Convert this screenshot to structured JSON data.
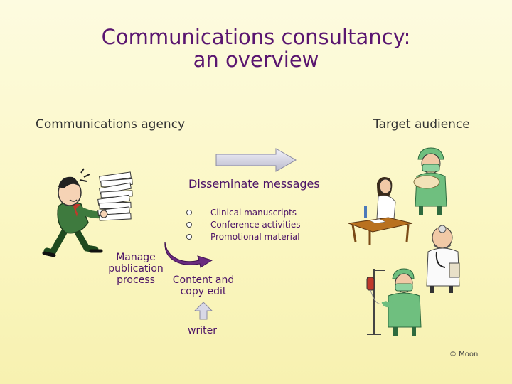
{
  "title": {
    "line1": "Communications consultancy:",
    "line2": "an overview"
  },
  "headers": {
    "agency": "Communications agency",
    "audience": "Target audience"
  },
  "disseminate": "Disseminate messages",
  "bullets": [
    "Clinical manuscripts",
    "Conference activities",
    "Promotional material"
  ],
  "labels": {
    "manage": [
      "Manage",
      "publication",
      "process"
    ],
    "content": [
      "Content and",
      "copy edit"
    ],
    "writer": "writer"
  },
  "copyright": "© Moon",
  "colors": {
    "title": "#5a1670",
    "text": "#4b1266",
    "arrow": "#c8c8d8",
    "curved_arrow": "#6a2a80",
    "coat_green": "#3e7a3e",
    "scrubs_green": "#6fbf7f"
  },
  "icons": {
    "businessman": "businessman-carrying-papers-icon",
    "surgeon_baby": "surgeon-with-baby-icon",
    "nurse": "nurse-at-desk-icon",
    "doctor": "doctor-with-stethoscope-icon",
    "surgeon_iv": "surgeon-with-iv-drip-icon"
  }
}
